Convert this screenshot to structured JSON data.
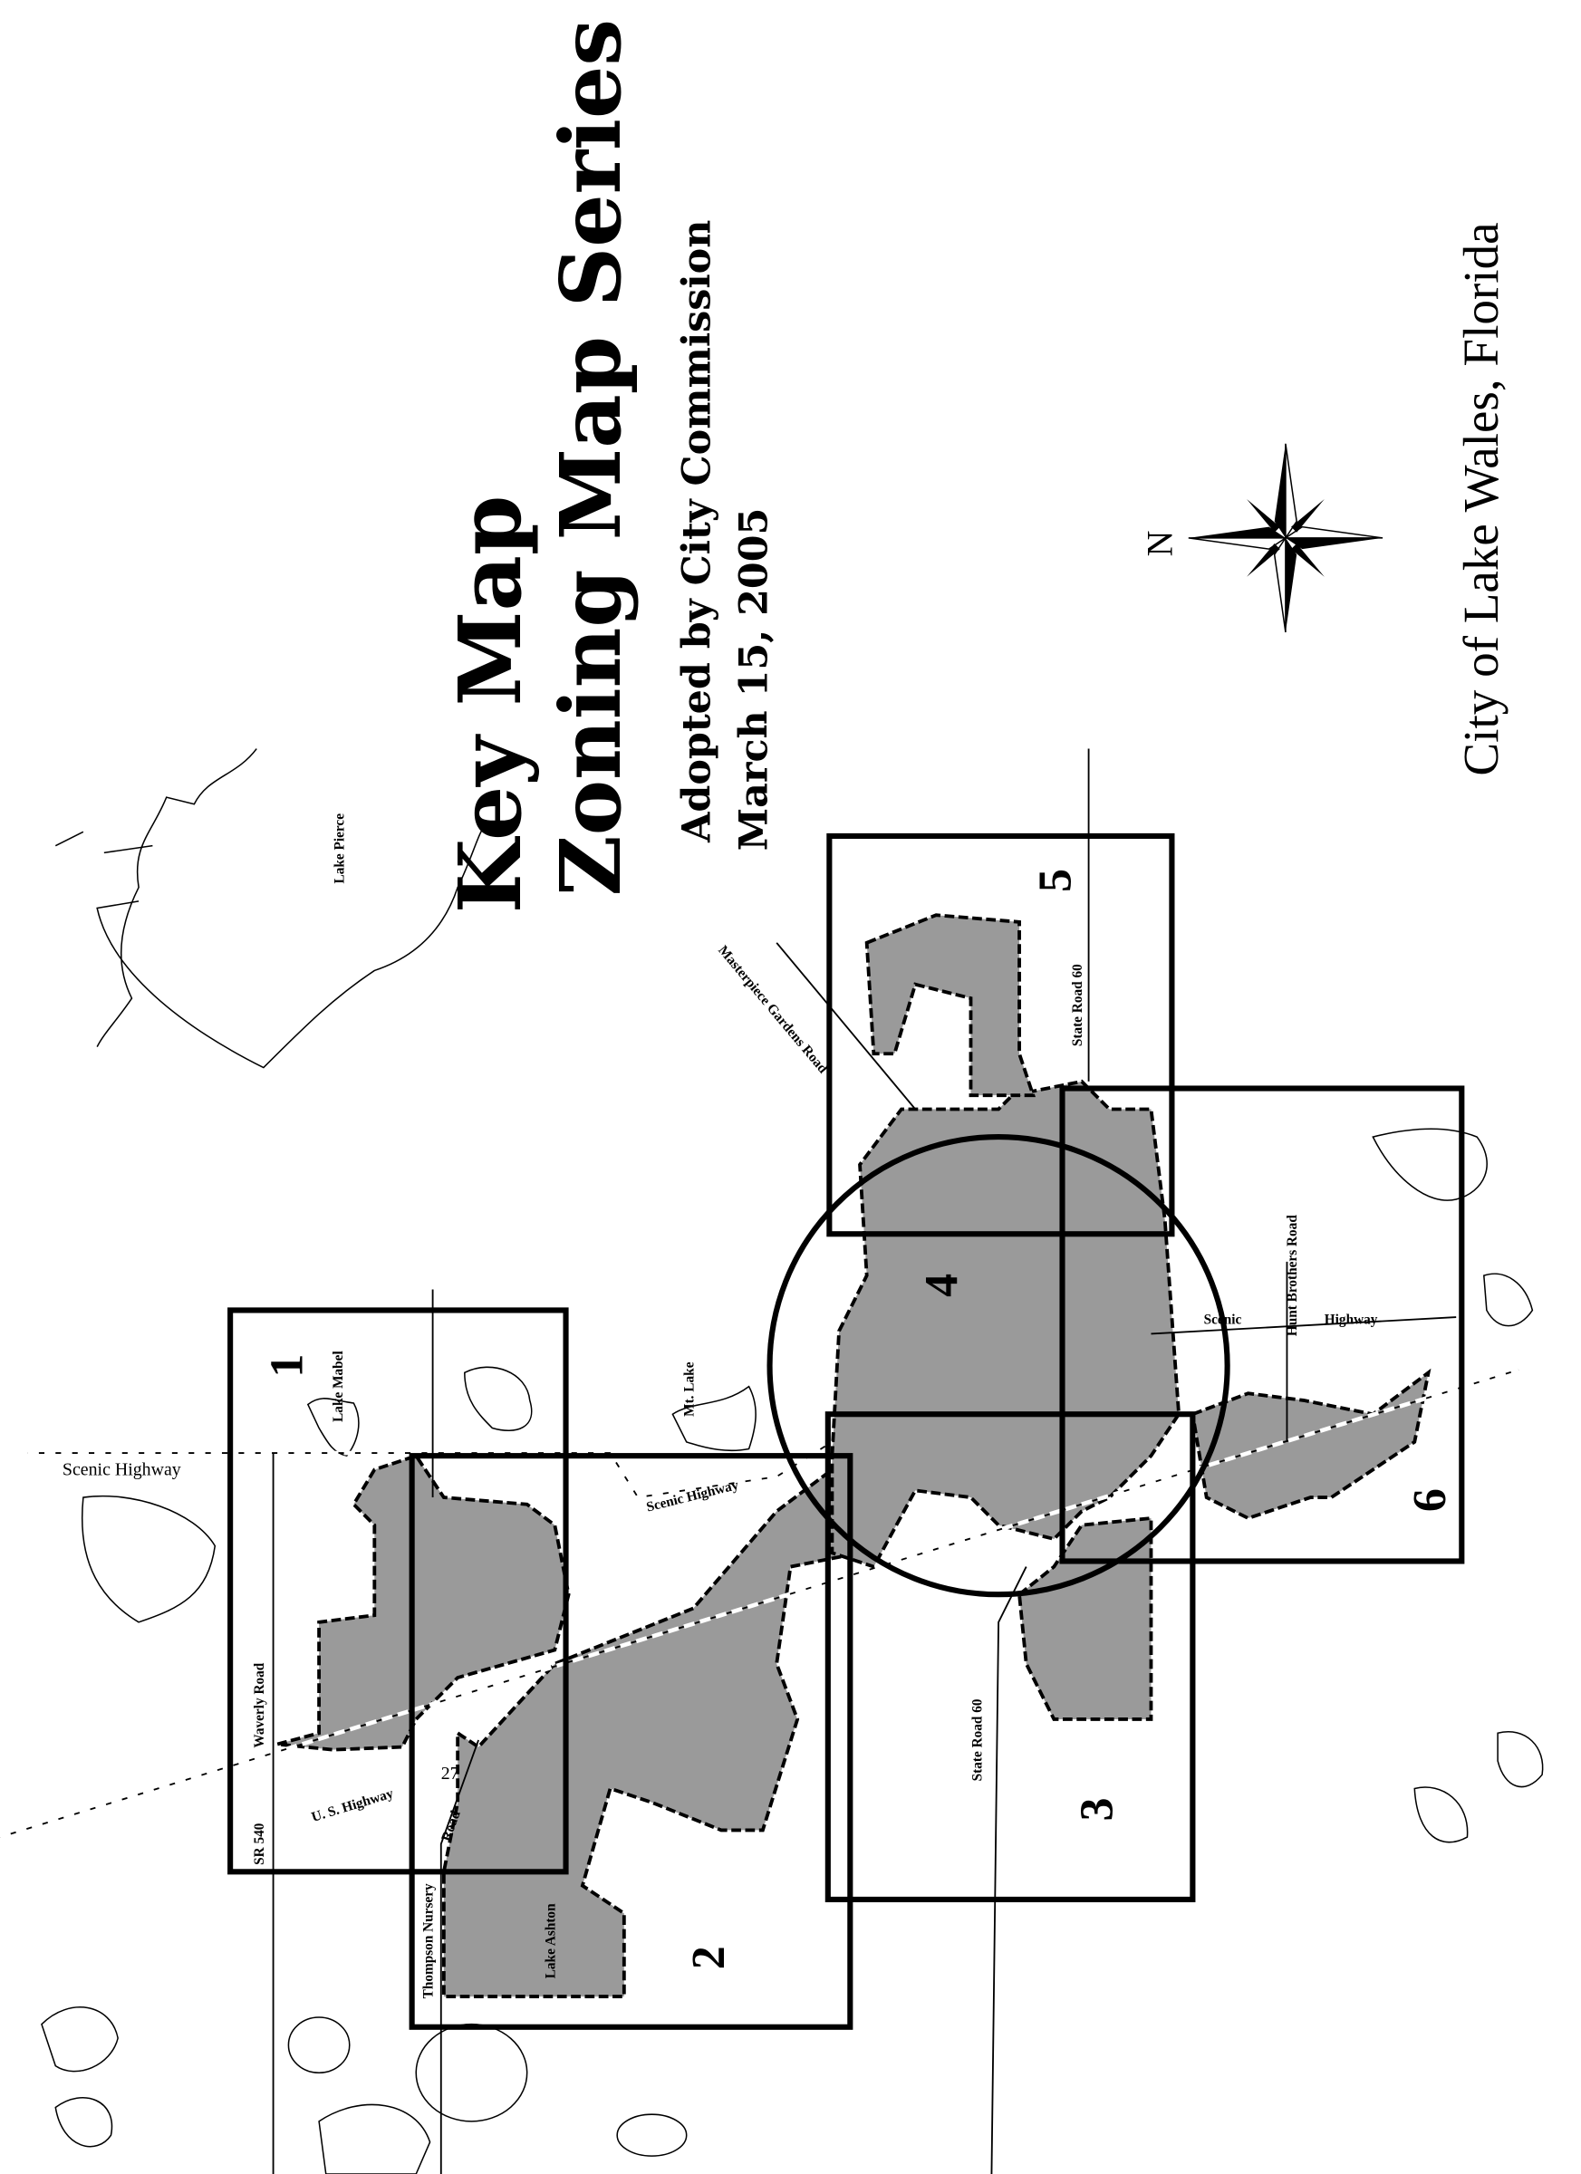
{
  "title": {
    "line1": "Key Map",
    "line2": "Zoning Map Series",
    "adopted": "Adopted by City Commission",
    "date": "March 15, 2005",
    "city": "City of Lake Wales, Florida"
  },
  "compass": {
    "north_label": "N"
  },
  "sheets": [
    "1",
    "2",
    "3",
    "4",
    "5",
    "6"
  ],
  "labels": {
    "lake_pierce": "Lake Pierce",
    "lake_mabel": "Lake Mabel",
    "mt_lake": "Mt. Lake",
    "lake_ashton": "Lake Ashton",
    "scenic_highway_west": "Scenic Highway",
    "scenic_highway_mid": "Scenic Highway",
    "scenic_east_1": "Scenic",
    "scenic_east_2": "Highway",
    "waverly_road": "Waverly Road",
    "sr_540": "SR 540",
    "us_highway": "U. S. Highway",
    "us_27": "27",
    "thompson_nursery": "Thompson Nursery",
    "road": "Road",
    "state_road_60_south": "State Road 60",
    "state_road_60_north": "State Road 60",
    "masterpiece_gardens": "Masterpiece Gardens Road",
    "hunt_brothers": "Hunt Brothers Road"
  },
  "colors": {
    "city_fill": "#9a9a9a",
    "ink": "#000000",
    "paper": "#ffffff"
  }
}
